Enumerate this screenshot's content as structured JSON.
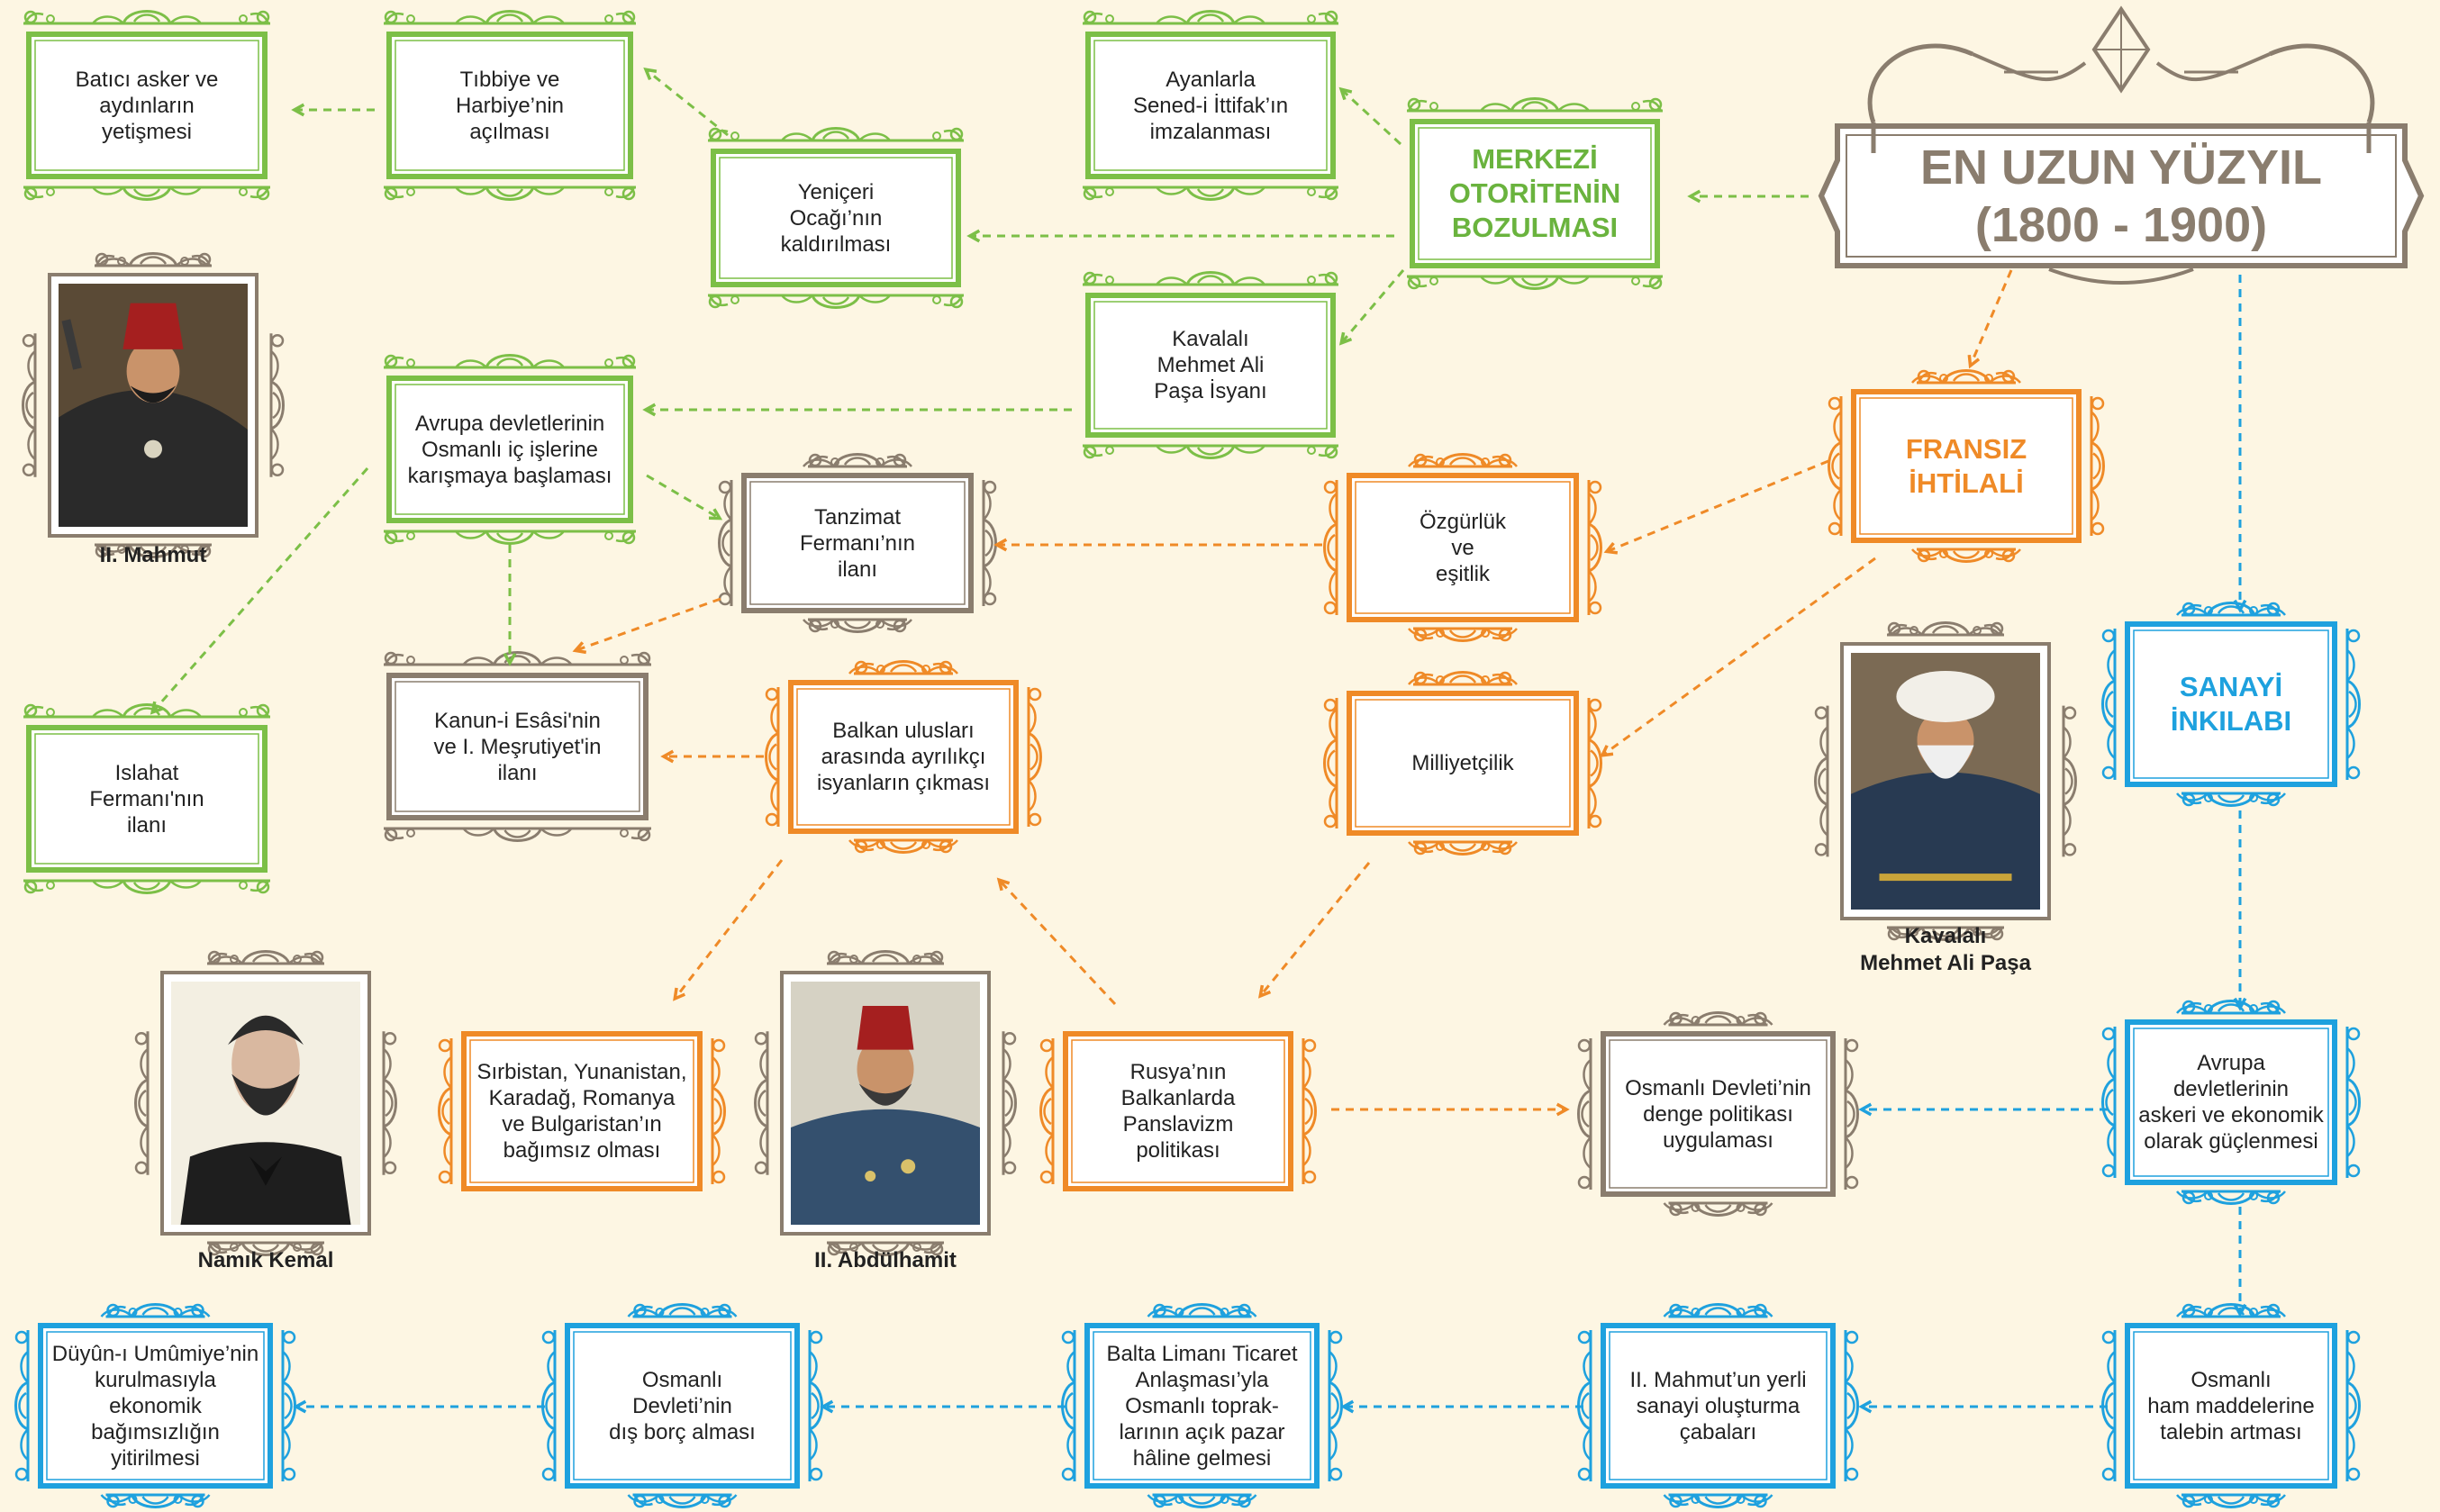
{
  "colors": {
    "background": "#fdf6e3",
    "green": "#7cbf47",
    "orange": "#ef8a27",
    "blue": "#1ea1de",
    "brown": "#8a7d6e"
  },
  "title": {
    "line1": "EN UZUN YÜZYIL",
    "line2": "(1800 - 1900)"
  },
  "nodes": {
    "merkezi_otorite": "MERKEZİ\nOTORİTENİN\nBOZULMASI",
    "fransiz_ihtilali": "FRANSIZ\nİHTİLALİ",
    "sanayi_inkilabi": "SANAYİ\nİNKILABI",
    "batici_asker": "Batıcı asker ve\naydınların\nyetişmesi",
    "tibbiye": "Tıbbiye ve\nHarbiye’nin\naçılması",
    "yeniceri": "Yeniçeri\nOcağı’nın\nkaldırılması",
    "ayanlarla": "Ayanlarla\nSened-i İttifak’ın\nimzalanması",
    "kavalali_isyan": "Kavalalı\nMehmet Ali\nPaşa İsyanı",
    "avrupa_ic_isler": "Avrupa devletlerinin\nOsmanlı iç işlerine\nkarışmaya başlaması",
    "tanzimat": "Tanzimat\nFermanı’nın\nilanı",
    "ozgurluk": "Özgürlük\nve\neşitlik",
    "kanun_i_esasi": "Kanun-i Esâsi'nin\nve I. Meşrutiyet'in\nilanı",
    "balkan_isyan": "Balkan ulusları\narasında ayrılıkçı\nisyanların çıkması",
    "milliyetcilik": "Milliyetçilik",
    "islahat": "Islahat\nFermanı'nın\nilanı",
    "sirbistan": "Sırbistan, Yunanistan,\nKaradağ, Romanya\nve Bulgaristan’ın\nbağımsız olması",
    "rusya": "Rusya’nın\nBalkanlarda\nPanslavizm\npolitikası",
    "denge": "Osmanlı Devleti’nin\ndenge politikası\nuygulaması",
    "avrupa_guclenme": "Avrupa devletlerinin\naskeri ve ekonomik\nolarak güçlenmesi",
    "ham_madde": "Osmanlı\nham maddelerine\ntalebin artması",
    "yerli_sanayi": "II. Mahmut’un yerli\nsanayi oluşturma\nçabaları",
    "balta_limani": "Balta Limanı Ticaret\nAnlaşması’yla\nOsmanlı toprak-\nlarının açık pazar\nhâline gelmesi",
    "dis_borc": "Osmanlı\nDevleti’nin\ndış borç alması",
    "duyun": "Düyûn-ı Umûmiye’nin\nkurulmasıyla\nekonomik\nbağımsızlığın\nyitirilmesi"
  },
  "portraits": {
    "mahmut": "II. Mahmut",
    "mehmet_ali": "Kavalalı\nMehmet Ali Paşa",
    "namik_kemal": "Namık Kemal",
    "abdulhamit": "II. Abdülhamit"
  }
}
